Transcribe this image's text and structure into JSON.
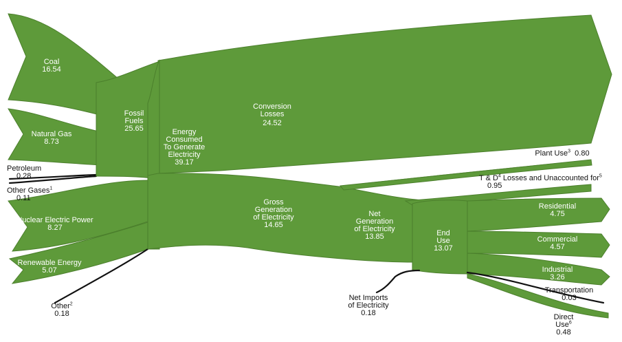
{
  "colors": {
    "flow_fill": "#5e9a3a",
    "flow_stroke": "#4b7f2c",
    "line": "#111111",
    "label_inside": "#ffffff",
    "label_outside": "#111111"
  },
  "sources": {
    "coal": {
      "label": "Coal",
      "value": "16.54"
    },
    "natural_gas": {
      "label": "Natural Gas",
      "value": "8.73"
    },
    "petroleum": {
      "label": "Petroleum",
      "value": "0.28"
    },
    "other_gases": {
      "label": "Other Gases",
      "sup": "1",
      "value": "0.11"
    },
    "nuclear": {
      "label": "Nuclear Electric Power",
      "value": "8.27"
    },
    "renewable": {
      "label": "Renewable Energy",
      "value": "5.07"
    },
    "other": {
      "label": "Other",
      "sup": "2",
      "value": "0.18"
    }
  },
  "fossil_fuels": {
    "label_1": "Fossil",
    "label_2": "Fuels",
    "value": "25.65"
  },
  "energy_consumed": {
    "label_1": "Energy",
    "label_2": "Consumed",
    "label_3": "To Generate",
    "label_4": "Electricity",
    "value": "39.17"
  },
  "conversion_losses": {
    "label_1": "Conversion",
    "label_2": "Losses",
    "value": "24.52"
  },
  "gross_generation": {
    "label_1": "Gross",
    "label_2": "Generation",
    "label_3": "of Electricity",
    "value": "14.65"
  },
  "plant_use": {
    "label": "Plant Use",
    "sup": "3",
    "value": "0.80"
  },
  "td_losses": {
    "label_1": "T & D",
    "sup_1": "4",
    "label_2": " Losses and Unaccounted for",
    "sup_2": "5",
    "value": "0.95"
  },
  "net_generation": {
    "label_1": "Net",
    "label_2": "Generation",
    "label_3": "of Electricity",
    "value": "13.85"
  },
  "net_imports": {
    "label_1": "Net Imports",
    "label_2": "of Electricity",
    "value": "0.18"
  },
  "end_use": {
    "label_1": "End",
    "label_2": "Use",
    "value": "13.07"
  },
  "uses": {
    "residential": {
      "label": "Residential",
      "value": "4.75"
    },
    "commercial": {
      "label": "Commercial",
      "value": "4.57"
    },
    "industrial": {
      "label": "Industrial",
      "value": "3.26"
    },
    "transportation": {
      "label": "Transportation",
      "value": "0.03"
    },
    "direct_use": {
      "label_1": "Direct",
      "label_2": "Use",
      "sup": "6",
      "value": "0.48"
    }
  }
}
